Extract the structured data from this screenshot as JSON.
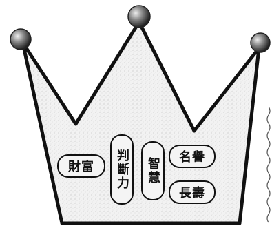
{
  "crown": {
    "attributes": [
      {
        "key": "wealth",
        "label": "財富"
      },
      {
        "key": "judgment",
        "label": "判斷力"
      },
      {
        "key": "wisdom",
        "label": "智慧"
      },
      {
        "key": "fame",
        "label": "名譽"
      },
      {
        "key": "longevity",
        "label": "長壽"
      }
    ]
  }
}
